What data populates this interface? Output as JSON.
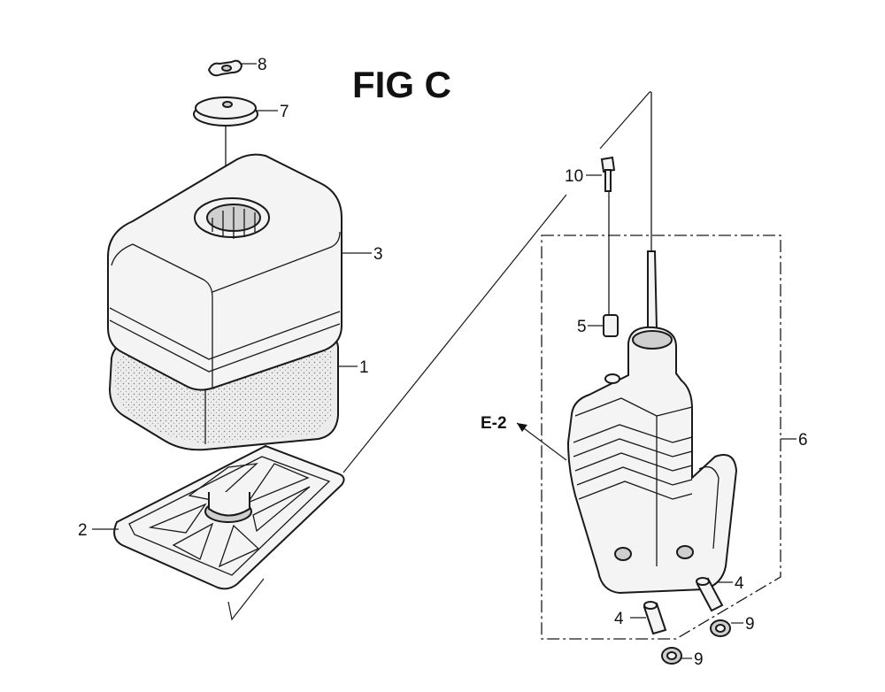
{
  "figure": {
    "title": "FIG C",
    "callouts": {
      "c1": "1",
      "c2": "2",
      "c3": "3",
      "c4a": "4",
      "c4b": "4",
      "c5": "5",
      "c6": "6",
      "c7": "7",
      "c8": "8",
      "c9a": "9",
      "c9b": "9",
      "c10": "10"
    },
    "reference": "E-2"
  }
}
